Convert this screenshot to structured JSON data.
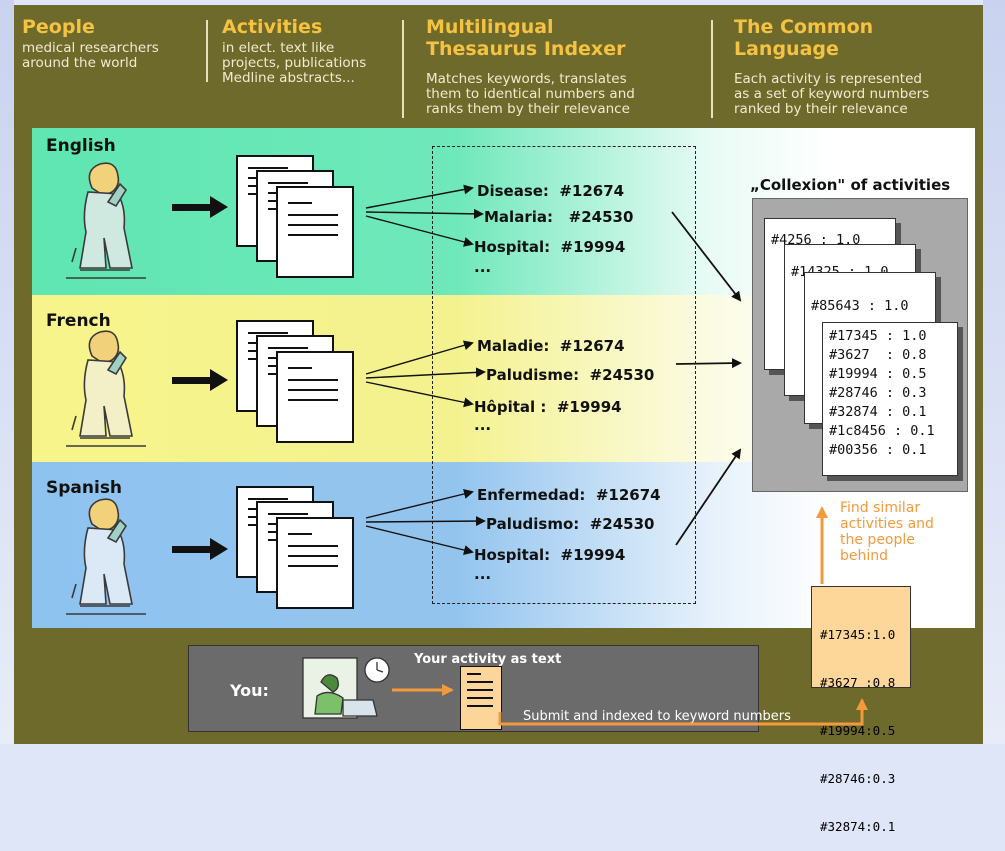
{
  "headers": [
    {
      "title": "People",
      "sub": [
        "medical researchers",
        "around the world"
      ]
    },
    {
      "title": "Activities",
      "sub": [
        "in elect. text like",
        "projects, publications",
        "Medline abstracts..."
      ]
    },
    {
      "title": "Multilingual\nThesaurus Indexer",
      "sub": [
        "Matches keywords, translates",
        "them to identical numbers and",
        "ranks them by their relevance"
      ]
    },
    {
      "title": "The Common\nLanguage",
      "sub": [
        "Each activity is represented",
        "as a set of keyword numbers",
        "ranked by their relevance"
      ]
    }
  ],
  "languages": [
    {
      "name": "English",
      "color": "#5fe6b1",
      "keywords": [
        "Disease:  #12674",
        "Malaria:   #24530",
        "Hospital:  #19994",
        "..."
      ]
    },
    {
      "name": "French",
      "color": "#f6f48a",
      "keywords": [
        "Maladie:  #12674",
        "Paludisme:  #24530",
        "Hôpital :  #19994",
        "..."
      ]
    },
    {
      "name": "Spanish",
      "color": "#8fc3ef",
      "keywords": [
        "Enfermedad:  #12674",
        "Paludismo:  #24530",
        "Hospital:  #19994",
        "..."
      ]
    }
  ],
  "collexion": {
    "title": "„Collexion\" of activities",
    "cards": [
      [
        "#4256 : 1.0"
      ],
      [
        "#14325 : 1.0"
      ],
      [
        "#85643 : 1.0"
      ],
      [
        "#17345 : 1.0",
        "#3627  : 0.8",
        "#19994 : 0.5",
        "#28746 : 0.3",
        "#32874 : 0.1",
        "#1c8456 : 0.1",
        "#00356 : 0.1"
      ]
    ]
  },
  "find_text": [
    "Find similar",
    "activities and",
    "the people",
    "behind"
  ],
  "your_numbers": [
    "#17345:1.0",
    "#3627 :0.8",
    "#19994:0.5",
    "#28746:0.3",
    "#32874:0.1"
  ],
  "you_panel": {
    "you": "You:",
    "activity": "Your activity as text",
    "submit": "Submit and indexed to keyword numbers"
  },
  "colors": {
    "frame": "#6d6a2b",
    "header": "#f5c242",
    "accent_orange": "#f39a3c"
  }
}
